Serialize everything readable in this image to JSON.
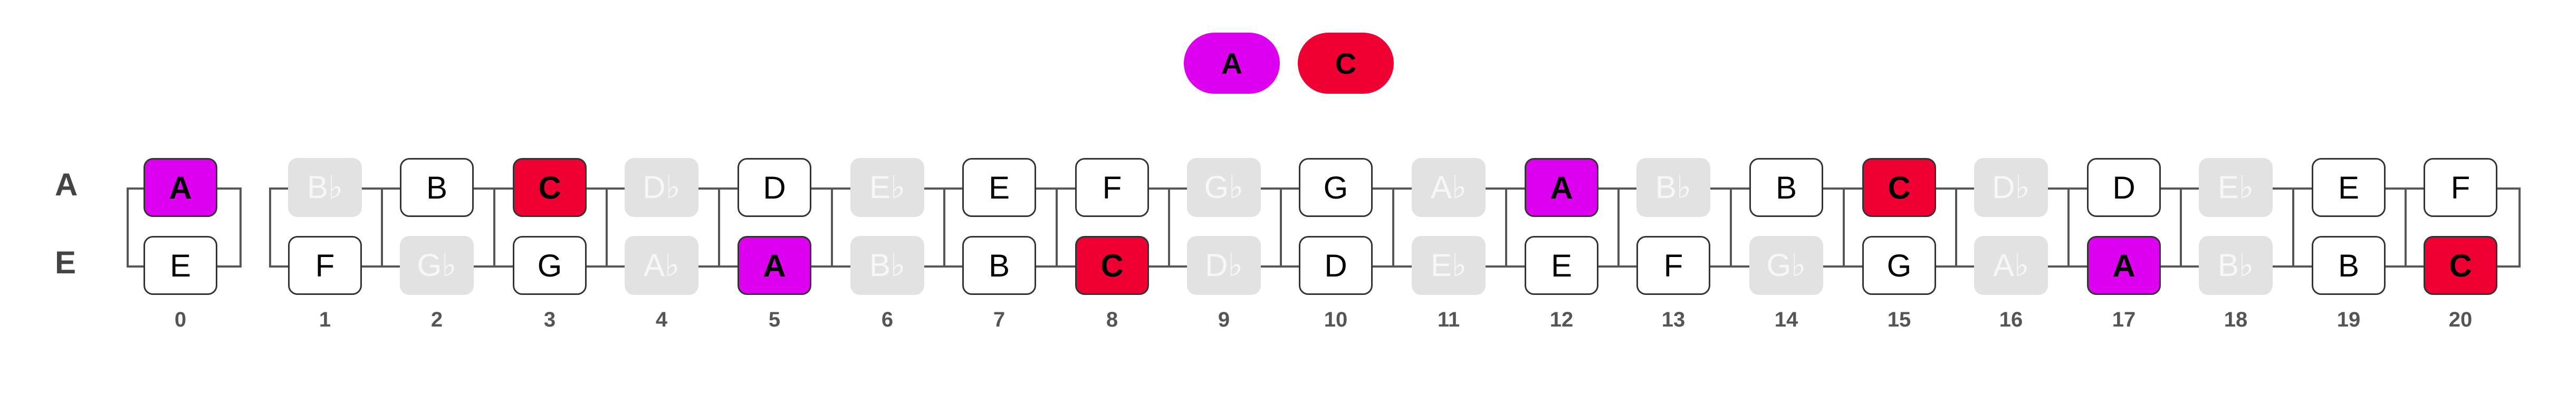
{
  "legend": [
    {
      "note": "A",
      "color": "#dd00ee"
    },
    {
      "note": "C",
      "color": "#ee0033"
    }
  ],
  "strings": [
    {
      "name": "A",
      "notes": [
        "A",
        "B♭",
        "B",
        "C",
        "D♭",
        "D",
        "E♭",
        "E",
        "F",
        "G♭",
        "G",
        "A♭",
        "A",
        "B♭",
        "B",
        "C",
        "D♭",
        "D",
        "E♭",
        "E",
        "F"
      ]
    },
    {
      "name": "E",
      "notes": [
        "E",
        "F",
        "G♭",
        "G",
        "A♭",
        "A",
        "B♭",
        "B",
        "C",
        "D♭",
        "D",
        "E♭",
        "E",
        "F",
        "G♭",
        "G",
        "A♭",
        "A",
        "B♭",
        "B",
        "C"
      ]
    }
  ],
  "frets": [
    "0",
    "1",
    "2",
    "3",
    "4",
    "5",
    "6",
    "7",
    "8",
    "9",
    "10",
    "11",
    "12",
    "13",
    "14",
    "15",
    "16",
    "17",
    "18",
    "19",
    "20"
  ],
  "highlight_colors": {
    "A": "#dd00ee",
    "C": "#ee0033"
  },
  "muted_notes": [
    "B♭",
    "D♭",
    "E♭",
    "G♭",
    "A♭"
  ]
}
